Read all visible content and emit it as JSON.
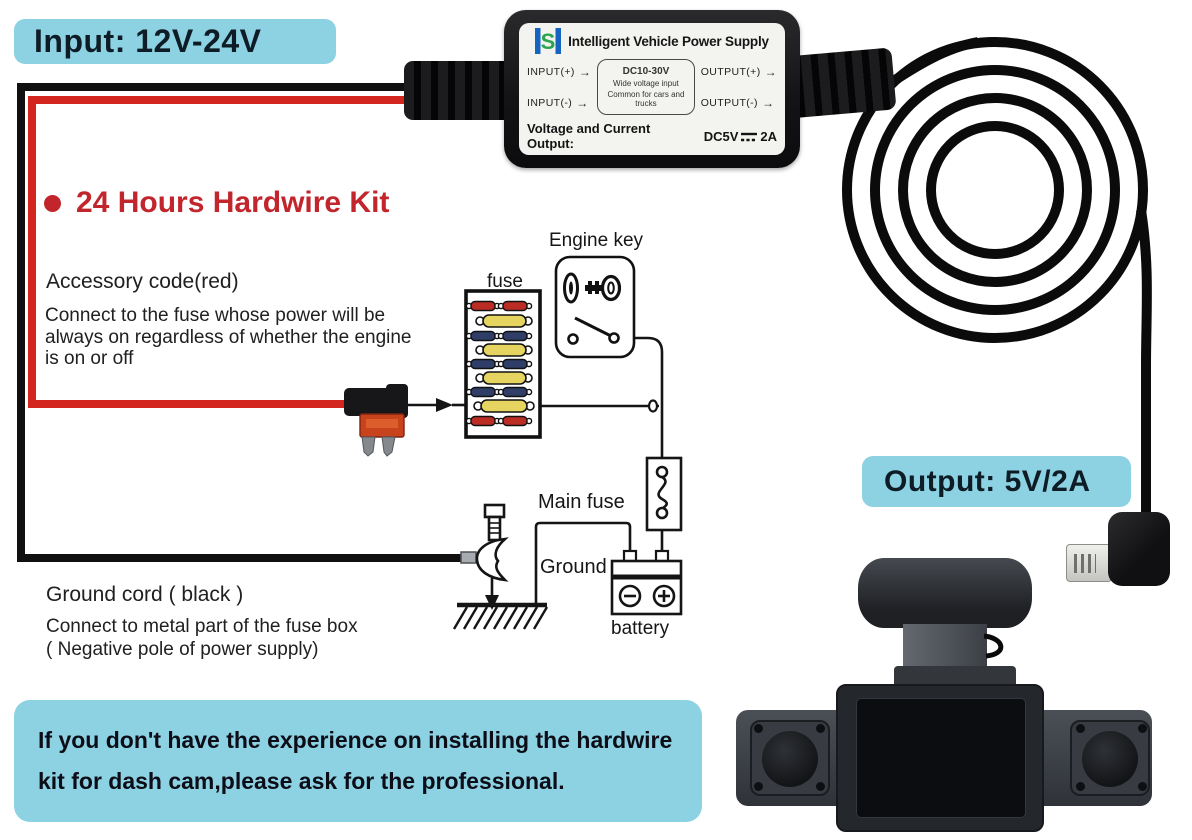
{
  "badges": {
    "input_label": "Input: 12V-24V",
    "output_label": "Output: 5V/2A"
  },
  "device": {
    "brand_letter": "S",
    "title": "Intelligent Vehicle Power Supply",
    "input_plus": "INPUT(+)",
    "input_minus": "INPUT(-)",
    "output_plus": "OUTPUT(+)",
    "output_minus": "OUTPUT(-)",
    "arrow": "→",
    "spec_line1": "DC10-30V",
    "spec_line2": "Wide voltage input",
    "spec_line3": "Common for cars and trucks",
    "output_caption": "Voltage and Current Output:",
    "output_voltage": "DC5V",
    "output_current": "2A"
  },
  "kit": {
    "title": "24 Hours Hardwire Kit",
    "accessory_title": "Accessory code(red)",
    "accessory_desc": "Connect to the fuse whose power will be always on regardless  of whether the engine is on or off",
    "ground_title": "Ground cord ( black )",
    "ground_desc_line1": "Connect to metal part of the fuse box",
    "ground_desc_line2": "( Negative pole of power supply)"
  },
  "diagram": {
    "fuse_label": "fuse",
    "engine_key_label": "Engine key",
    "main_fuse_label": "Main fuse",
    "ground_label": "Ground",
    "battery_label": "battery"
  },
  "notice": {
    "text": "If you don't have the experience on installing the hardwire kit for dash cam,please ask for the professional."
  },
  "colors": {
    "accent_cyan": "#8CD2E3",
    "heading_red": "#C2252C",
    "wire_red": "#D2261F",
    "wire_black": "#101010",
    "fuse_yellow": "#E5D45F",
    "fuse_blue": "#2E3E68",
    "fuse_red": "#BB2D24"
  }
}
